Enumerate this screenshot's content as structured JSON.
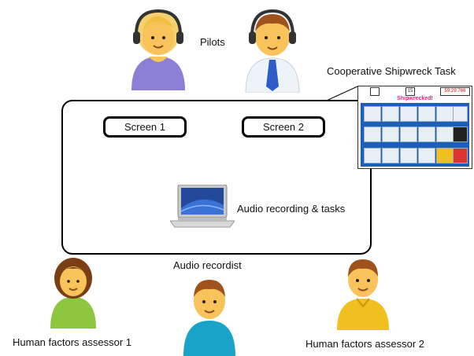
{
  "labels": {
    "pilots": "Pilots",
    "task_title": "Cooperative Shipwreck Task",
    "screen1": "Screen 1",
    "screen2": "Screen 2",
    "laptop": "Audio recording & tasks",
    "recordist": "Audio recordist",
    "assessor1": "Human factors assessor 1",
    "assessor2": "Human factors assessor 2"
  },
  "task_panel": {
    "title": "Shipwrecked!",
    "counter": "15",
    "timer": "59:29:766"
  },
  "icons": [
    "pilot-female-headset-icon",
    "pilot-male-headset-icon",
    "laptop-icon",
    "person-icon"
  ],
  "colors": {
    "pilot1_shirt": "#8b7fd6",
    "pilot2_shirt": "#eef3f8",
    "tie": "#2b5cc8",
    "assessor1_shirt": "#8dc63f",
    "recordist_shirt": "#1aa3c8",
    "assessor2_shirt": "#f0c020",
    "skin": "#f7c35a",
    "task_grid": "#1b5fb8",
    "task_title": "#e0218a"
  }
}
